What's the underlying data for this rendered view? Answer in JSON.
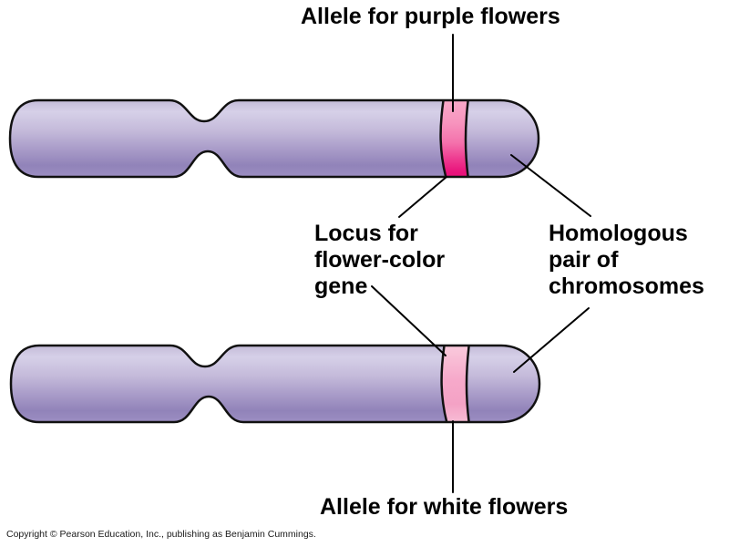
{
  "labels": {
    "allele_purple": "Allele for purple flowers",
    "locus": "Locus for\nflower-color\ngene",
    "homologous": "Homologous\npair of\nchromosomes",
    "allele_white": "Allele for white flowers"
  },
  "footer": {
    "copyright": "Copyright © Pearson Education, Inc., publishing as Benjamin Cummings."
  },
  "colors": {
    "chromosome_light": "#D6D0E8",
    "chromosome_mid": "#AB9ECA",
    "chromosome_dark": "#9183B9",
    "purple_allele_light": "#F9ABCA",
    "purple_allele_deep": "#E60F78",
    "white_allele_light": "#FACDDE",
    "white_allele_mid": "#F4A2C5",
    "outline": "#111111",
    "leader_line": "#000000"
  }
}
